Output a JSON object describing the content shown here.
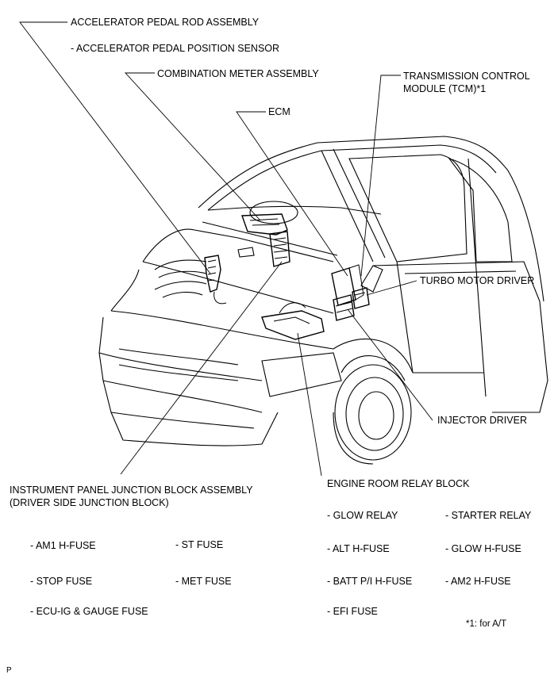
{
  "callouts": {
    "accelerator_pedal_rod": "ACCELERATOR PEDAL ROD ASSEMBLY",
    "accelerator_pedal_sensor": "- ACCELERATOR PEDAL POSITION SENSOR",
    "combination_meter": "COMBINATION METER ASSEMBLY",
    "tcm_line1": "TRANSMISSION CONTROL",
    "tcm_line2": "MODULE (TCM)*1",
    "ecm": "ECM",
    "turbo_motor_driver": "TURBO MOTOR DRIVER",
    "injector_driver": "INJECTOR DRIVER",
    "ip_junction_block_line1": "INSTRUMENT PANEL JUNCTION BLOCK ASSEMBLY",
    "ip_junction_block_line2": "(DRIVER SIDE JUNCTION BLOCK)",
    "engine_room_relay_block": "ENGINE ROOM RELAY BLOCK"
  },
  "ip_fuses": {
    "am1": "- AM1 H-FUSE",
    "st": "- ST FUSE",
    "stop": "- STOP FUSE",
    "met": "- MET FUSE",
    "ecu_ig": "- ECU-IG & GAUGE FUSE"
  },
  "er_items": {
    "glow_relay": "- GLOW RELAY",
    "starter_relay": "- STARTER RELAY",
    "alt": "- ALT H-FUSE",
    "glow_fuse": "- GLOW H-FUSE",
    "batt": "- BATT P/I H-FUSE",
    "am2": "- AM2 H-FUSE",
    "efi": "- EFI FUSE"
  },
  "footnote": "*1: for A/T",
  "corner_mark": "P"
}
